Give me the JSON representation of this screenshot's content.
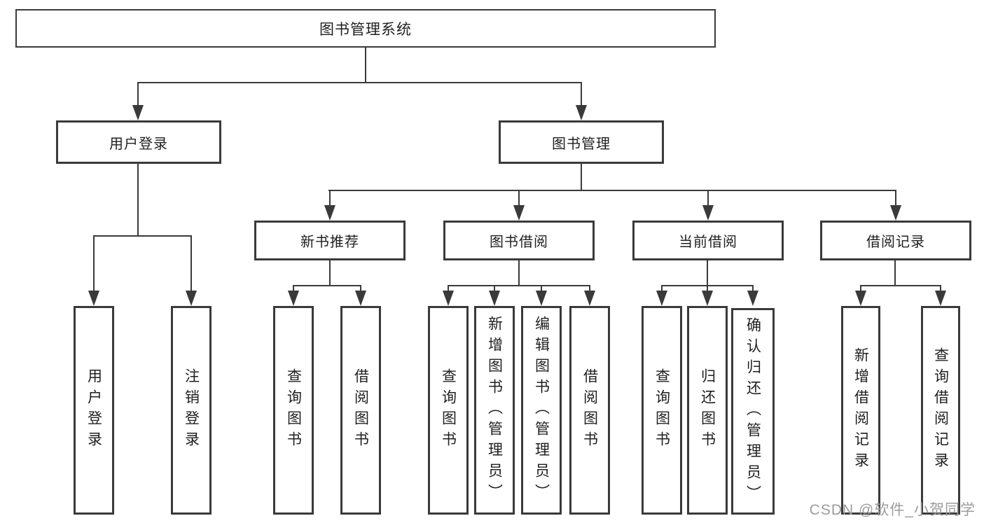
{
  "diagram": {
    "root": {
      "label": "图书管理系统"
    },
    "branches": [
      {
        "label": "用户登录",
        "children": [
          {
            "label": "用户登录"
          },
          {
            "label": "注销登录"
          }
        ]
      },
      {
        "label": "图书管理",
        "children": [
          {
            "label": "新书推荐",
            "children": [
              {
                "label": "查询图书"
              },
              {
                "label": "借阅图书"
              }
            ]
          },
          {
            "label": "图书借阅",
            "children": [
              {
                "label": "查询图书"
              },
              {
                "label": "新增图书（管理员）"
              },
              {
                "label": "编辑图书（管理员）"
              },
              {
                "label": "借阅图书"
              }
            ]
          },
          {
            "label": "当前借阅",
            "children": [
              {
                "label": "查询图书"
              },
              {
                "label": "归还图书"
              },
              {
                "label": "确认归还（管理员）"
              }
            ]
          },
          {
            "label": "借阅记录",
            "children": [
              {
                "label": "新增借阅记录"
              },
              {
                "label": "查询借阅记录"
              }
            ]
          }
        ]
      }
    ]
  },
  "watermark": {
    "text": "CSDN @软件_小贺同学"
  },
  "colors": {
    "line": "#3a3a3a",
    "text": "#1f1f1f",
    "background": "#ffffff",
    "watermark": "#9c9c9c"
  }
}
